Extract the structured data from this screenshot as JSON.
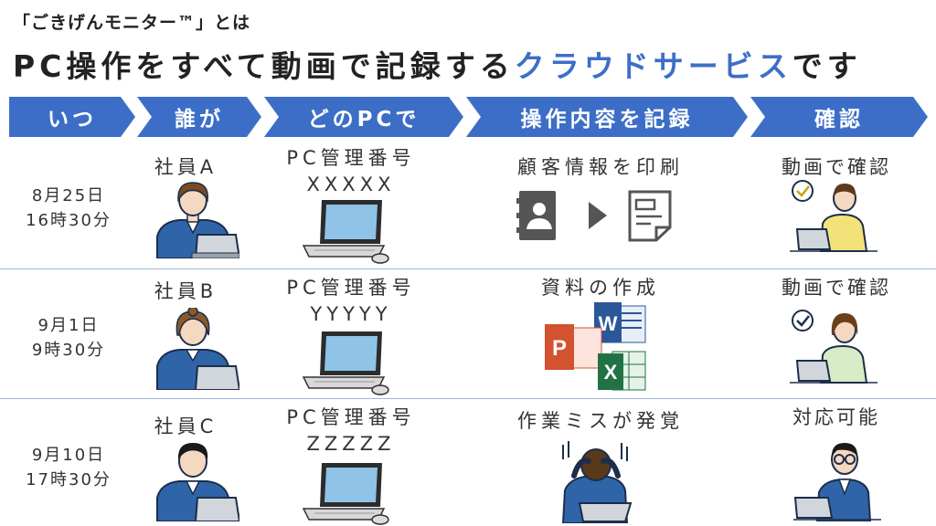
{
  "header": {
    "subtitle": "「ごきげんモニター™」とは",
    "headline_main": "PC操作をすべて動画で記録する",
    "headline_highlight": "クラウドサービス",
    "headline_end": "です"
  },
  "steps": [
    "いつ",
    "誰が",
    "どのPCで",
    "操作内容を記録",
    "確認"
  ],
  "rows": [
    {
      "date": "8月25日",
      "time": "16時30分",
      "employee": "社員A",
      "pc_label": "PC管理番号",
      "pc_id": "XXXXX",
      "action": "顧客情報を印刷",
      "confirm": "動画で確認"
    },
    {
      "date": "9月1日",
      "time": "9時30分",
      "employee": "社員B",
      "pc_label": "PC管理番号",
      "pc_id": "YYYYY",
      "action": "資料の作成",
      "confirm": "動画で確認"
    },
    {
      "date": "9月10日",
      "time": "17時30分",
      "employee": "社員C",
      "pc_label": "PC管理番号",
      "pc_id": "ZZZZZ",
      "action": "作業ミスが発覚",
      "confirm": "対応可能"
    }
  ],
  "office_icons": {
    "powerpoint": "P",
    "word": "W",
    "excel": "X"
  },
  "colors": {
    "accent": "#3d6ec7",
    "suit": "#2f65a8",
    "powerpoint": "#d35230",
    "word": "#2b579a",
    "excel": "#217346",
    "sweater": "#f3e27a",
    "light_green_shirt": "#d7ebc7"
  }
}
